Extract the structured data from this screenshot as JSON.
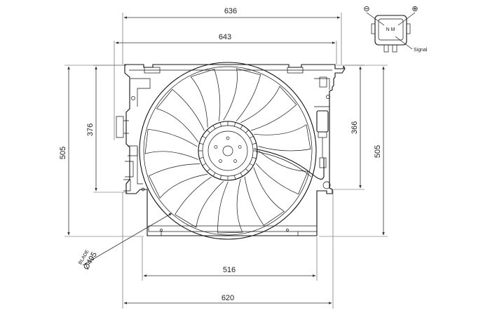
{
  "dimensions": {
    "top_outer": "636",
    "top_inner": "643",
    "left_outer": "505",
    "left_inner": "376",
    "right_inner": "366",
    "right_outer": "505",
    "bottom_inner": "516",
    "bottom_outer": "620",
    "blade_label": "BLADE",
    "blade_diameter": "Ø495"
  },
  "connector": {
    "minus_symbol": "⊖",
    "plus_symbol": "⊕",
    "pin_labels": "N  M",
    "signal_label": "Signal"
  }
}
